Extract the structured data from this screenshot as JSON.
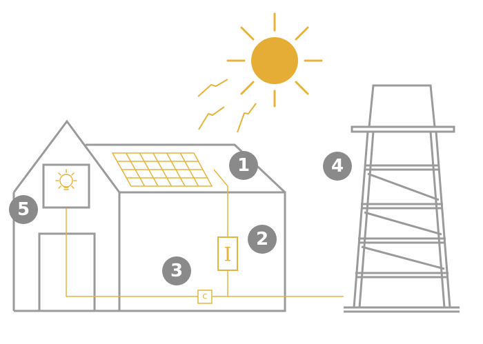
{
  "colors": {
    "outline": "#9a9a9a",
    "accent": "#e8b33a",
    "sun": "#e5ad35",
    "badge": "#8a8a8a",
    "badge_text": "#ffffff"
  },
  "icons": {
    "sun": "sun-icon",
    "bulb": "light-bulb-icon",
    "panel": "solar-panel-icon",
    "inverter": "inverter-icon",
    "meter": "meter-icon",
    "tower": "transmission-tower-icon"
  },
  "labels": {
    "inverter_symbol": "I",
    "meter_symbol": "c"
  },
  "markers": [
    {
      "id": "1",
      "label": "1"
    },
    {
      "id": "2",
      "label": "2"
    },
    {
      "id": "3",
      "label": "3"
    },
    {
      "id": "4",
      "label": "4"
    },
    {
      "id": "5",
      "label": "5"
    }
  ]
}
